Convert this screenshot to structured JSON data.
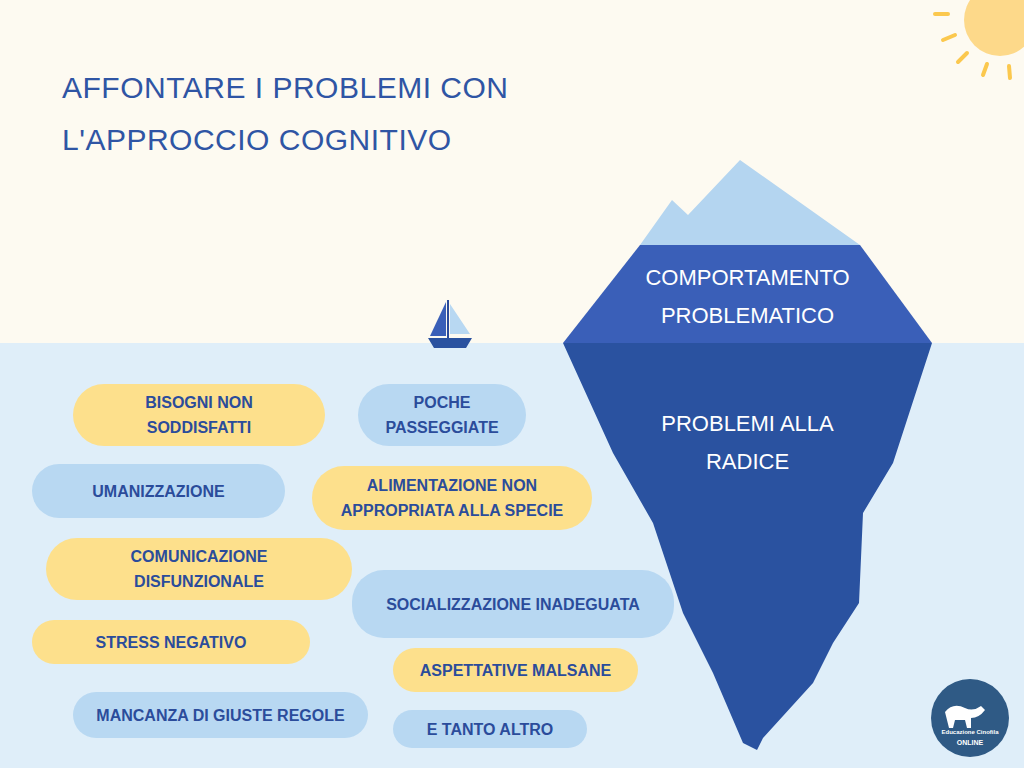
{
  "diagram": {
    "title": "AFFONTARE I PROBLEMI CON L'APPROCCIO COGNITIVO",
    "nodes": [
      {
        "text": [
          "COMPORTAMENTO PROBLEMATICO"
        ]
      },
      {
        "text": [
          "PROBLEMI ALLA RADICE"
        ]
      },
      {
        "text": [
          "BISOGNI NON SODDISFATTI"
        ]
      },
      {
        "text": [
          "POCHE PASSEGGIATE"
        ]
      },
      {
        "text": [
          "UMANIZZAZIONE"
        ]
      },
      {
        "text": [
          "ALIMENTAZIONE NON APPROPRIATA ALLA SPECIE"
        ]
      },
      {
        "text": [
          "COMUNICAZIONE DISFUNZIONALE"
        ]
      },
      {
        "text": [
          "SOCIALIZZAZIONE INADEGUATA"
        ]
      },
      {
        "text": [
          "STRESS NEGATIVO"
        ]
      },
      {
        "text": [
          "ASPETTATIVE MALSANE"
        ]
      },
      {
        "text": [
          "MANCANZA DI GIUSTE REGOLE"
        ]
      },
      {
        "text": [
          "E TANTO ALTRO"
        ]
      }
    ],
    "labels": [
      "Educazione Cinofila",
      "ONLINE"
    ]
  }
}
